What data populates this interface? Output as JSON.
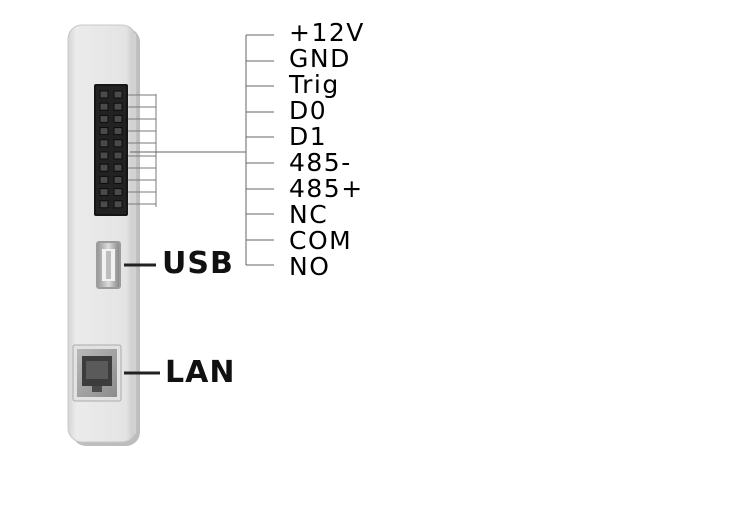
{
  "device": {
    "ports": {
      "usb_label": "USB",
      "lan_label": "LAN"
    },
    "terminal": {
      "pins": [
        "+12V",
        "GND",
        "Trig",
        "D0",
        "D1",
        "485-",
        "485+",
        "NC",
        "COM",
        "NO"
      ]
    }
  },
  "colors": {
    "device_body": "#e6e6e6",
    "device_edge": "#c8c8c8",
    "connector_block": "#1c1c1c",
    "leader_line": "#666666",
    "label_text": "#000000"
  }
}
